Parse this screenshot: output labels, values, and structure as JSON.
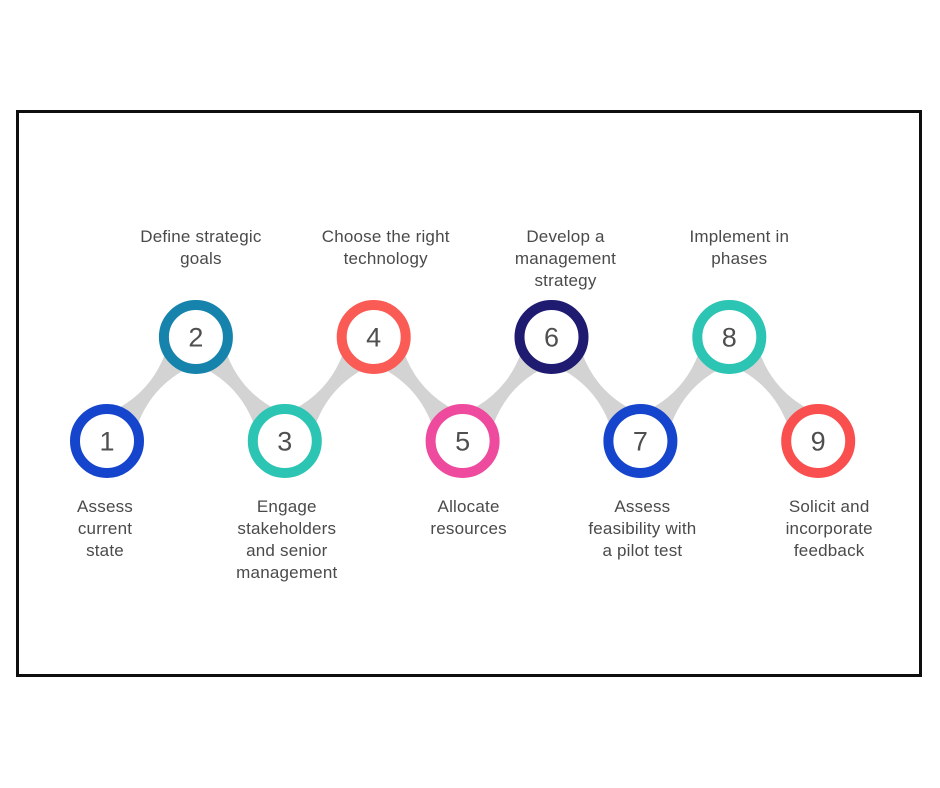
{
  "diagram": {
    "type": "process-flow-zigzag",
    "background": "#ffffff",
    "frame_border_color": "#0e0e0e",
    "connector_color": "#d3d3d3",
    "number_color": "#4f4f4f",
    "label_color": "#4a4a4a",
    "steps": [
      {
        "number": "1",
        "label": "Assess\ncurrent\nstate",
        "ring_color": "#1645cd",
        "row": "bottom",
        "label_position": "below"
      },
      {
        "number": "2",
        "label": "Define strategic\ngoals",
        "ring_color": "#1583ab",
        "row": "top",
        "label_position": "above"
      },
      {
        "number": "3",
        "label": "Engage\nstakeholders\nand senior\nmanagement",
        "ring_color": "#2cc4b2",
        "row": "bottom",
        "label_position": "below"
      },
      {
        "number": "4",
        "label": "Choose the right\ntechnology",
        "ring_color": "#fa5c55",
        "row": "top",
        "label_position": "above"
      },
      {
        "number": "5",
        "label": "Allocate\nresources",
        "ring_color": "#ee4b9e",
        "row": "bottom",
        "label_position": "below"
      },
      {
        "number": "6",
        "label": "Develop a\nmanagement\nstrategy",
        "ring_color": "#1e1b70",
        "row": "top",
        "label_position": "above"
      },
      {
        "number": "7",
        "label": "Assess\nfeasibility with\na pilot test",
        "ring_color": "#1645cd",
        "row": "bottom",
        "label_position": "below"
      },
      {
        "number": "8",
        "label": "Implement in\nphases",
        "ring_color": "#2cc4b2",
        "row": "top",
        "label_position": "above"
      },
      {
        "number": "9",
        "label": "Solicit and\nincorporate\nfeedback",
        "ring_color": "#f94f4f",
        "row": "bottom",
        "label_position": "below"
      }
    ]
  }
}
